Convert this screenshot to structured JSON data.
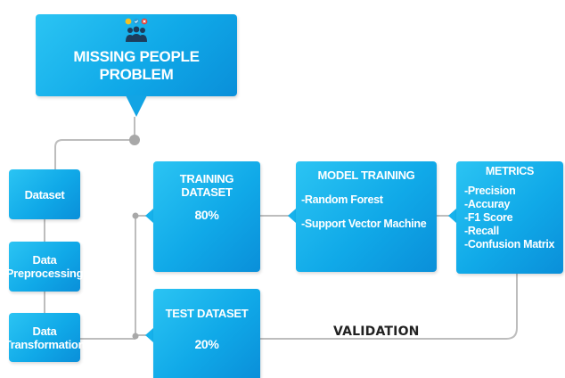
{
  "diagram": {
    "title_line1": "MISSING PEOPLE",
    "title_line2": "PROBLEM",
    "steps": {
      "dataset": "Dataset",
      "preprocessing_line1": "Data",
      "preprocessing_line2": "Preprocessing",
      "transformation_line1": "Data",
      "transformation_line2": "Transformation"
    },
    "training": {
      "header": "TRAINING DATASET",
      "percent": "80%"
    },
    "test": {
      "header": "TEST DATASET",
      "percent": "20%"
    },
    "model": {
      "header": "MODEL TRAINING",
      "items": [
        "-Random Forest",
        "-Support Vector Machine"
      ]
    },
    "metrics": {
      "header": "METRICS",
      "items": [
        "-Precision",
        "-Accuray",
        "-F1 Score",
        "-Recall",
        "-Confusion Matrix"
      ]
    },
    "validation_label": "VALIDATION"
  },
  "colors": {
    "box_fill": "#12a9e8",
    "connector": "#b8b8b8",
    "dot": "#a6a6a6",
    "label_text": "#222222",
    "icon_check": "#2a9fd8",
    "icon_cross": "#e2443c",
    "icon_warning": "#f3c023"
  },
  "icons": [
    "people-group-icon",
    "check-badge-icon",
    "cross-badge-icon",
    "warning-badge-icon"
  ]
}
